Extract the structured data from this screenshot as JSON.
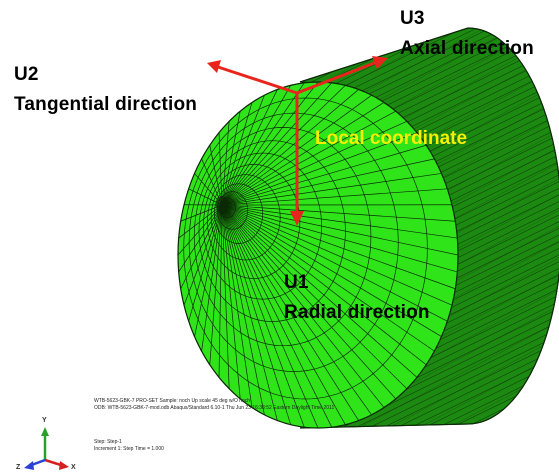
{
  "labels": {
    "u3": "U3",
    "axial": "Axial direction",
    "u2": "U2",
    "tangential": "Tangential direction",
    "local": "Local coordinate",
    "u1": "U1",
    "radial": "Radial direction"
  },
  "info": {
    "line1": "WTB-5623-GBK-7 PRO-SET Sample: noch Up scale 45 deg w/O noch",
    "line2": "ODB: WTB-5623-GBK-7-mod.odb    Abaqus/Standard 6.10-1    Thu Jun 23 16:38:52 Eastern Daylight Time 2011"
  },
  "step": {
    "line1": "Step: Step-1",
    "line2": "Increment    1: Step Time =    1.000"
  },
  "triad": {
    "y": "Y",
    "z": "Z",
    "x": "X"
  },
  "colors": {
    "mesh_face": "#2fe51a",
    "mesh_side": "#1c8a10",
    "mesh_line": "#0b2a06",
    "arrow": "#e8251c",
    "highlight_text": "#f5f000"
  }
}
